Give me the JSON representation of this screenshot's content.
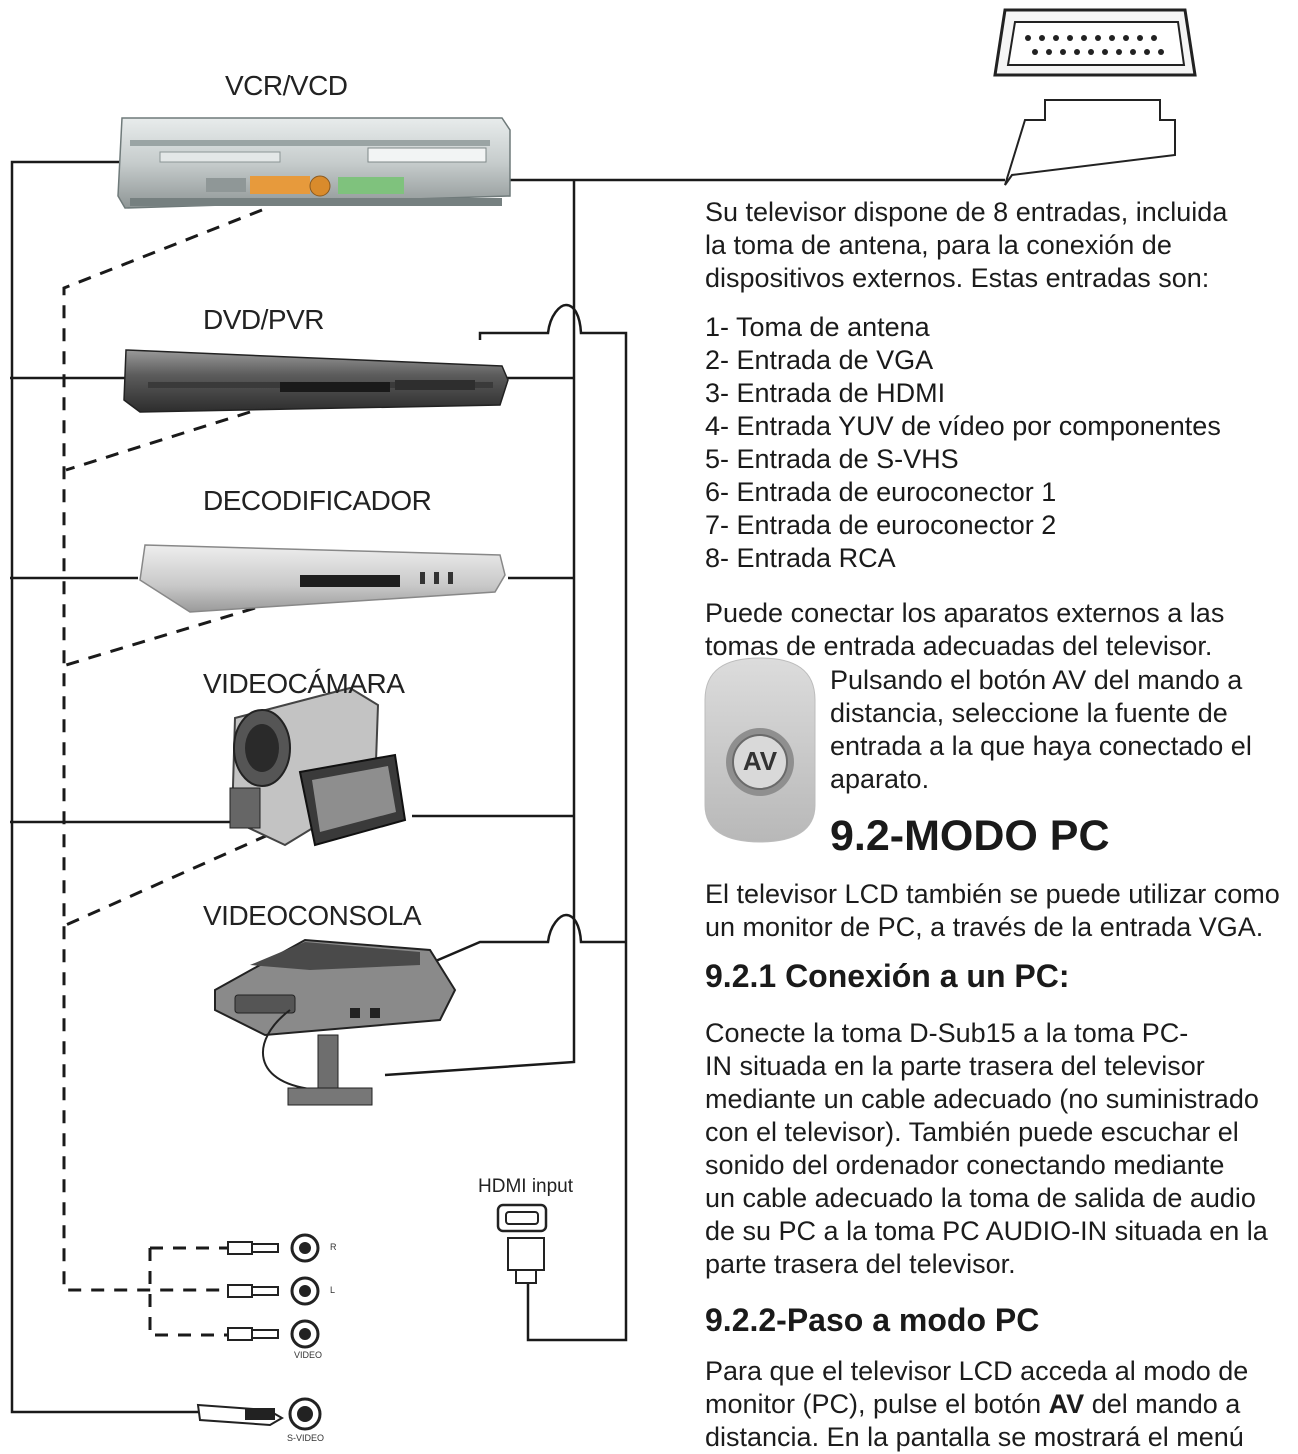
{
  "devices": {
    "vcr": "VCR/VCD",
    "dvd": "DVD/PVR",
    "decoder": "DECODIFICADOR",
    "camcorder": "VIDEOCÁMARA",
    "console": "VIDEOCONSOLA"
  },
  "connectors": {
    "hdmi_label": "HDMI input",
    "r": "R",
    "l": "L",
    "video": "VIDEO",
    "svideo": "S-VIDEO"
  },
  "intro": {
    "line1": "Su televisor dispone de 8 entradas, incluida",
    "line2": "la toma de antena, para la conexión de",
    "line3": "dispositivos externos. Estas entradas son:"
  },
  "inputs": [
    "1- Toma de antena",
    "2- Entrada de VGA",
    "3- Entrada de HDMI",
    "4- Entrada YUV de vídeo por componentes",
    "5- Entrada de S-VHS",
    "6- Entrada de euroconector 1",
    "7- Entrada de euroconector 2",
    "8- Entrada RCA"
  ],
  "connect": {
    "line1": "Puede conectar los aparatos externos a las",
    "line2": "tomas de entrada adecuadas del televisor."
  },
  "av_button": {
    "label": "AV",
    "line1": "Pulsando el botón AV del mando a",
    "line2": "distancia, seleccione la fuente de",
    "line3": "entrada a la que haya conectado el",
    "line4": "aparato."
  },
  "section_title": "9.2-MODO PC",
  "pc_intro": {
    "line1": "El televisor LCD también se puede utilizar como",
    "line2": "un monitor de PC, a través de la entrada VGA."
  },
  "sub1": {
    "title": "9.2.1 Conexión a un PC:",
    "lines": [
      "Conecte la toma D-Sub15 a la toma PC-",
      "IN situada en la parte trasera del televisor",
      "mediante un cable adecuado (no suministrado",
      "con el televisor). También puede escuchar el",
      "sonido del ordenador conectando mediante",
      "un cable adecuado la toma de salida de audio",
      "de su PC a la toma PC AUDIO-IN situada en la",
      "parte trasera del televisor."
    ]
  },
  "sub2": {
    "title": "9.2.2-Paso a modo PC",
    "line1": "Para que el televisor LCD acceda al modo de",
    "line2_a": "monitor (PC), pulse el botón ",
    "line2_b": "AV",
    "line2_c": " del mando a",
    "line3": "distancia. En la pantalla se mostrará el menú"
  }
}
